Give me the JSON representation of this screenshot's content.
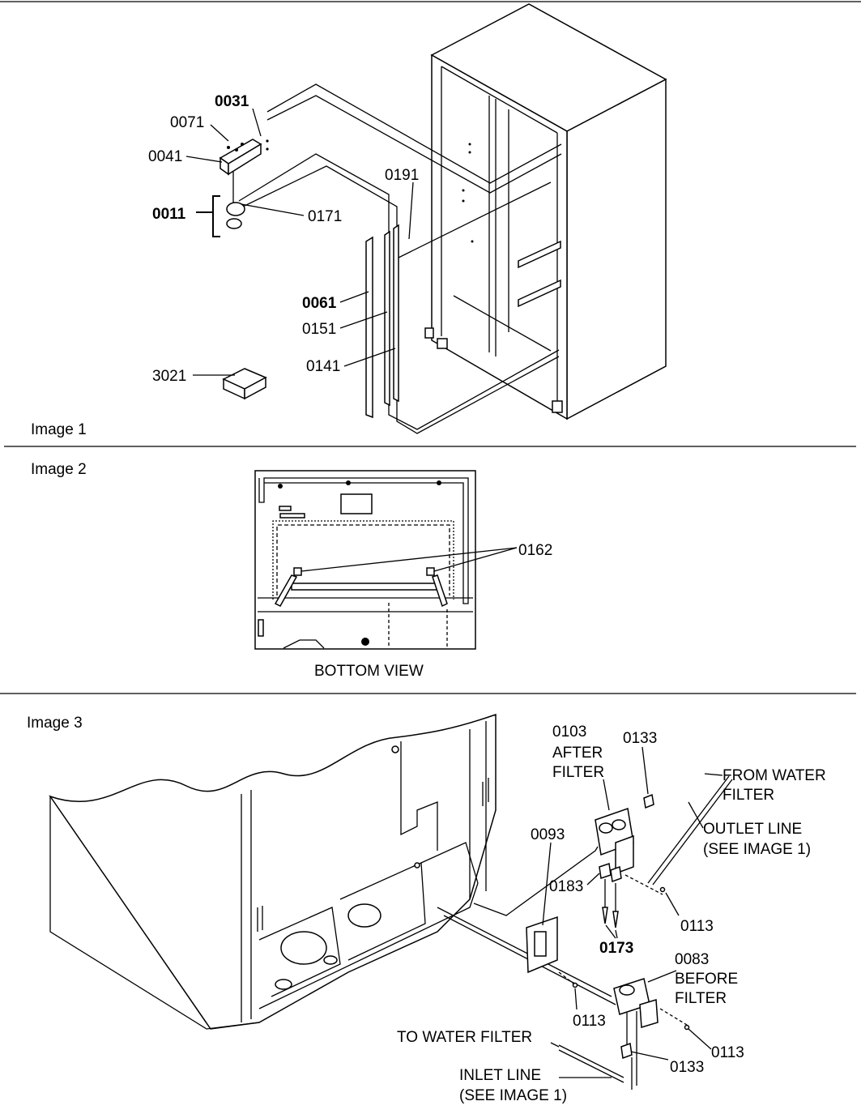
{
  "sections": {
    "image1": "Image 1",
    "image2": "Image 2",
    "image3": "Image 3"
  },
  "image1_callouts": {
    "p0031": "0031",
    "p0071": "0071",
    "p0041": "0041",
    "p0011": "0011",
    "p0171": "0171",
    "p0191": "0191",
    "p0061": "0061",
    "p0151": "0151",
    "p0141": "0141",
    "p3021": "3021"
  },
  "image2_callouts": {
    "p0162": "0162",
    "caption": "BOTTOM VIEW"
  },
  "image3_callouts": {
    "p0103": "0103",
    "after1": "AFTER",
    "after2": "FILTER",
    "p0133a": "0133",
    "from1": "FROM WATER",
    "from2": "FILTER",
    "outlet1": "OUTLET LINE",
    "outlet2": "(SEE IMAGE 1)",
    "p0093": "0093",
    "p0183": "0183",
    "p0113a": "0113",
    "p0173": "0173",
    "p0083": "0083",
    "before1": "BEFORE",
    "before2": "FILTER",
    "p0113b": "0113",
    "to_filter": "TO WATER FILTER",
    "p0113c": "0113",
    "p0133b": "0133",
    "inlet1": "INLET LINE",
    "inlet2": "(SEE IMAGE 1)"
  }
}
